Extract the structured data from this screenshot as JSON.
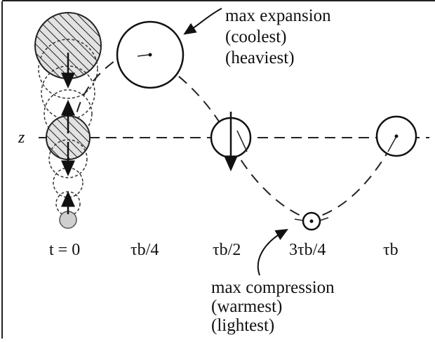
{
  "diagram": {
    "axis_label": "z",
    "time_labels": {
      "t0": "t = 0",
      "quarter": "τb/4",
      "half": "τb/2",
      "three_quarter": "3τb/4",
      "full": "τb"
    },
    "annotations": {
      "expansion": [
        "max expansion",
        "(coolest)",
        "(heaviest)"
      ],
      "compression": [
        "max compression",
        "(warmest)",
        "(lightest)"
      ]
    },
    "colors": {
      "ink": "#111111",
      "hatch": "#222222",
      "hatch_fill": "#d9d9d9",
      "dashed": "#222222"
    }
  }
}
